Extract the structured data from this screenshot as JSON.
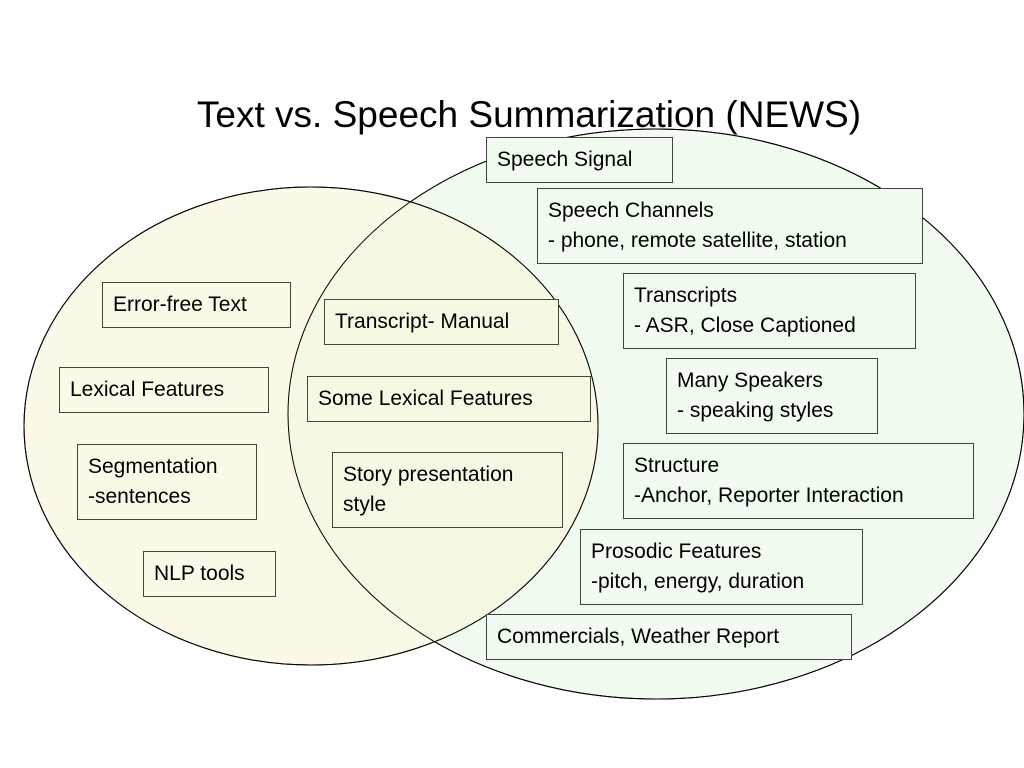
{
  "title": "Text vs. Speech Summarization (NEWS)",
  "colors": {
    "text_circle_fill": "#fdf9e8",
    "speech_circle_fill": "#f1fbef",
    "overlap_fill": "#f5f9e4",
    "outline": "#000000"
  },
  "text_only": [
    {
      "lines": [
        "Error-free Text"
      ]
    },
    {
      "lines": [
        "Lexical Features"
      ]
    },
    {
      "lines": [
        "Segmentation",
        "-sentences"
      ]
    },
    {
      "lines": [
        "NLP tools"
      ]
    }
  ],
  "shared": [
    {
      "lines": [
        "Transcript- Manual"
      ]
    },
    {
      "lines": [
        "Some Lexical Features"
      ]
    },
    {
      "lines": [
        "Story presentation",
        "style"
      ]
    }
  ],
  "speech_only": [
    {
      "lines": [
        "Speech Signal"
      ]
    },
    {
      "lines": [
        "Speech Channels",
        "- phone, remote satellite, station"
      ]
    },
    {
      "lines": [
        "Transcripts",
        "- ASR, Close Captioned"
      ]
    },
    {
      "lines": [
        "Many Speakers",
        "- speaking styles"
      ]
    },
    {
      "lines": [
        "Structure",
        "-Anchor, Reporter Interaction"
      ]
    },
    {
      "lines": [
        "Prosodic Features",
        "-pitch, energy, duration"
      ]
    },
    {
      "lines": [
        "Commercials, Weather Report"
      ]
    }
  ]
}
